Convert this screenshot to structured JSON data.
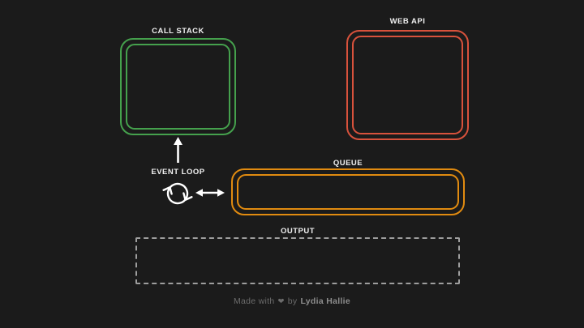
{
  "page": {
    "background": "#1b1b1b",
    "label_text_color": "#f0f0f0"
  },
  "diagram": {
    "call_stack": {
      "label": "CALL STACK",
      "border_color": "#45a14d",
      "border_style": "double-rounded"
    },
    "web_api": {
      "label": "WEB API",
      "border_color": "#d8523c",
      "border_style": "double-rounded"
    },
    "queue": {
      "label": "QUEUE",
      "border_color": "#e18b10",
      "border_style": "double-rounded"
    },
    "output": {
      "label": "OUTPUT",
      "border_color": "#9e9e9e",
      "border_style": "dashed"
    },
    "event_loop": {
      "label": "EVENT LOOP",
      "icon": "cycle-arrows-icon",
      "arrow_color": "#ffffff",
      "up_arrow": "points-to-call-stack",
      "double_arrow": "links-event-loop-and-queue"
    }
  },
  "footer": {
    "prefix": "Made with",
    "heart_icon": "❤",
    "middle": "by",
    "author": "Lydia Hallie"
  }
}
